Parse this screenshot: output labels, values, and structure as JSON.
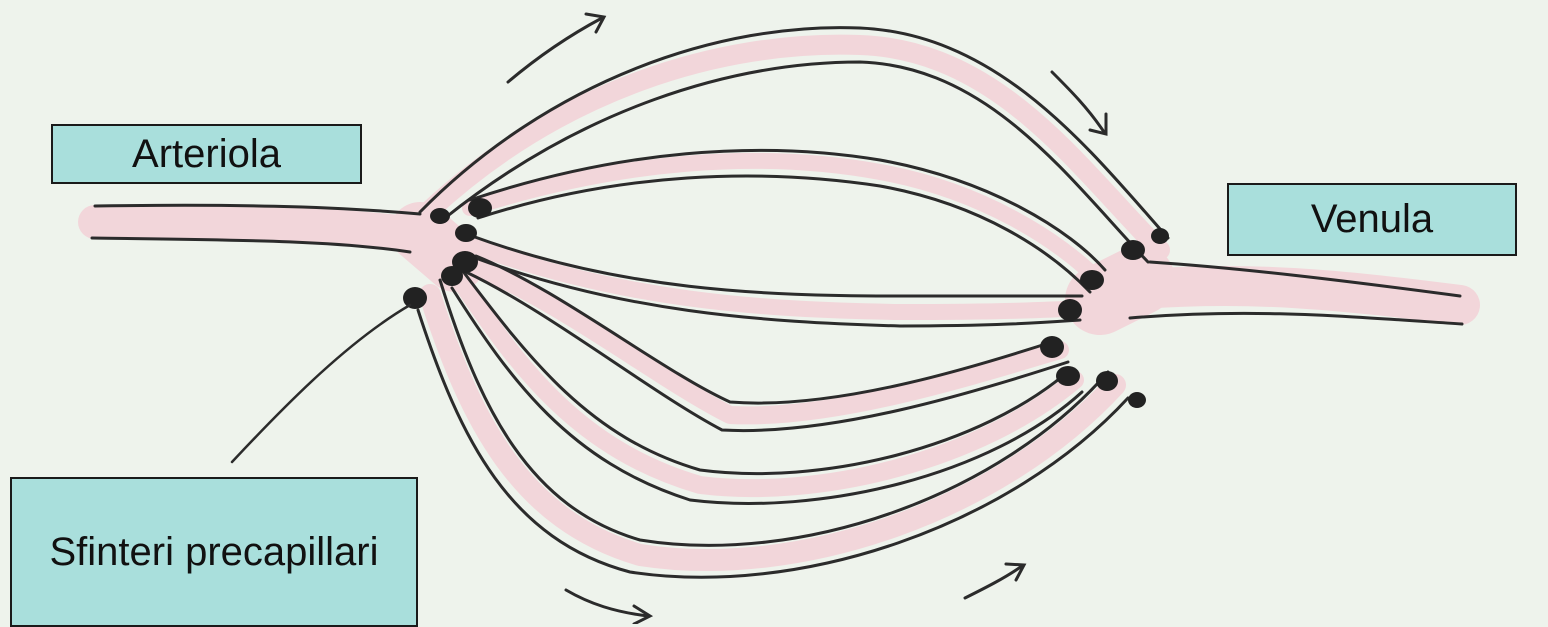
{
  "labels": {
    "arteriola": "Arteriola",
    "venula": "Venula",
    "sfinteri": "Sfinteri precapillari"
  },
  "colors": {
    "background": "#eef3ec",
    "label_fill": "#a9dfdc",
    "vessel_fill": "#f2d6da",
    "ink": "#2b2b2b",
    "sphincter": "#222222"
  }
}
